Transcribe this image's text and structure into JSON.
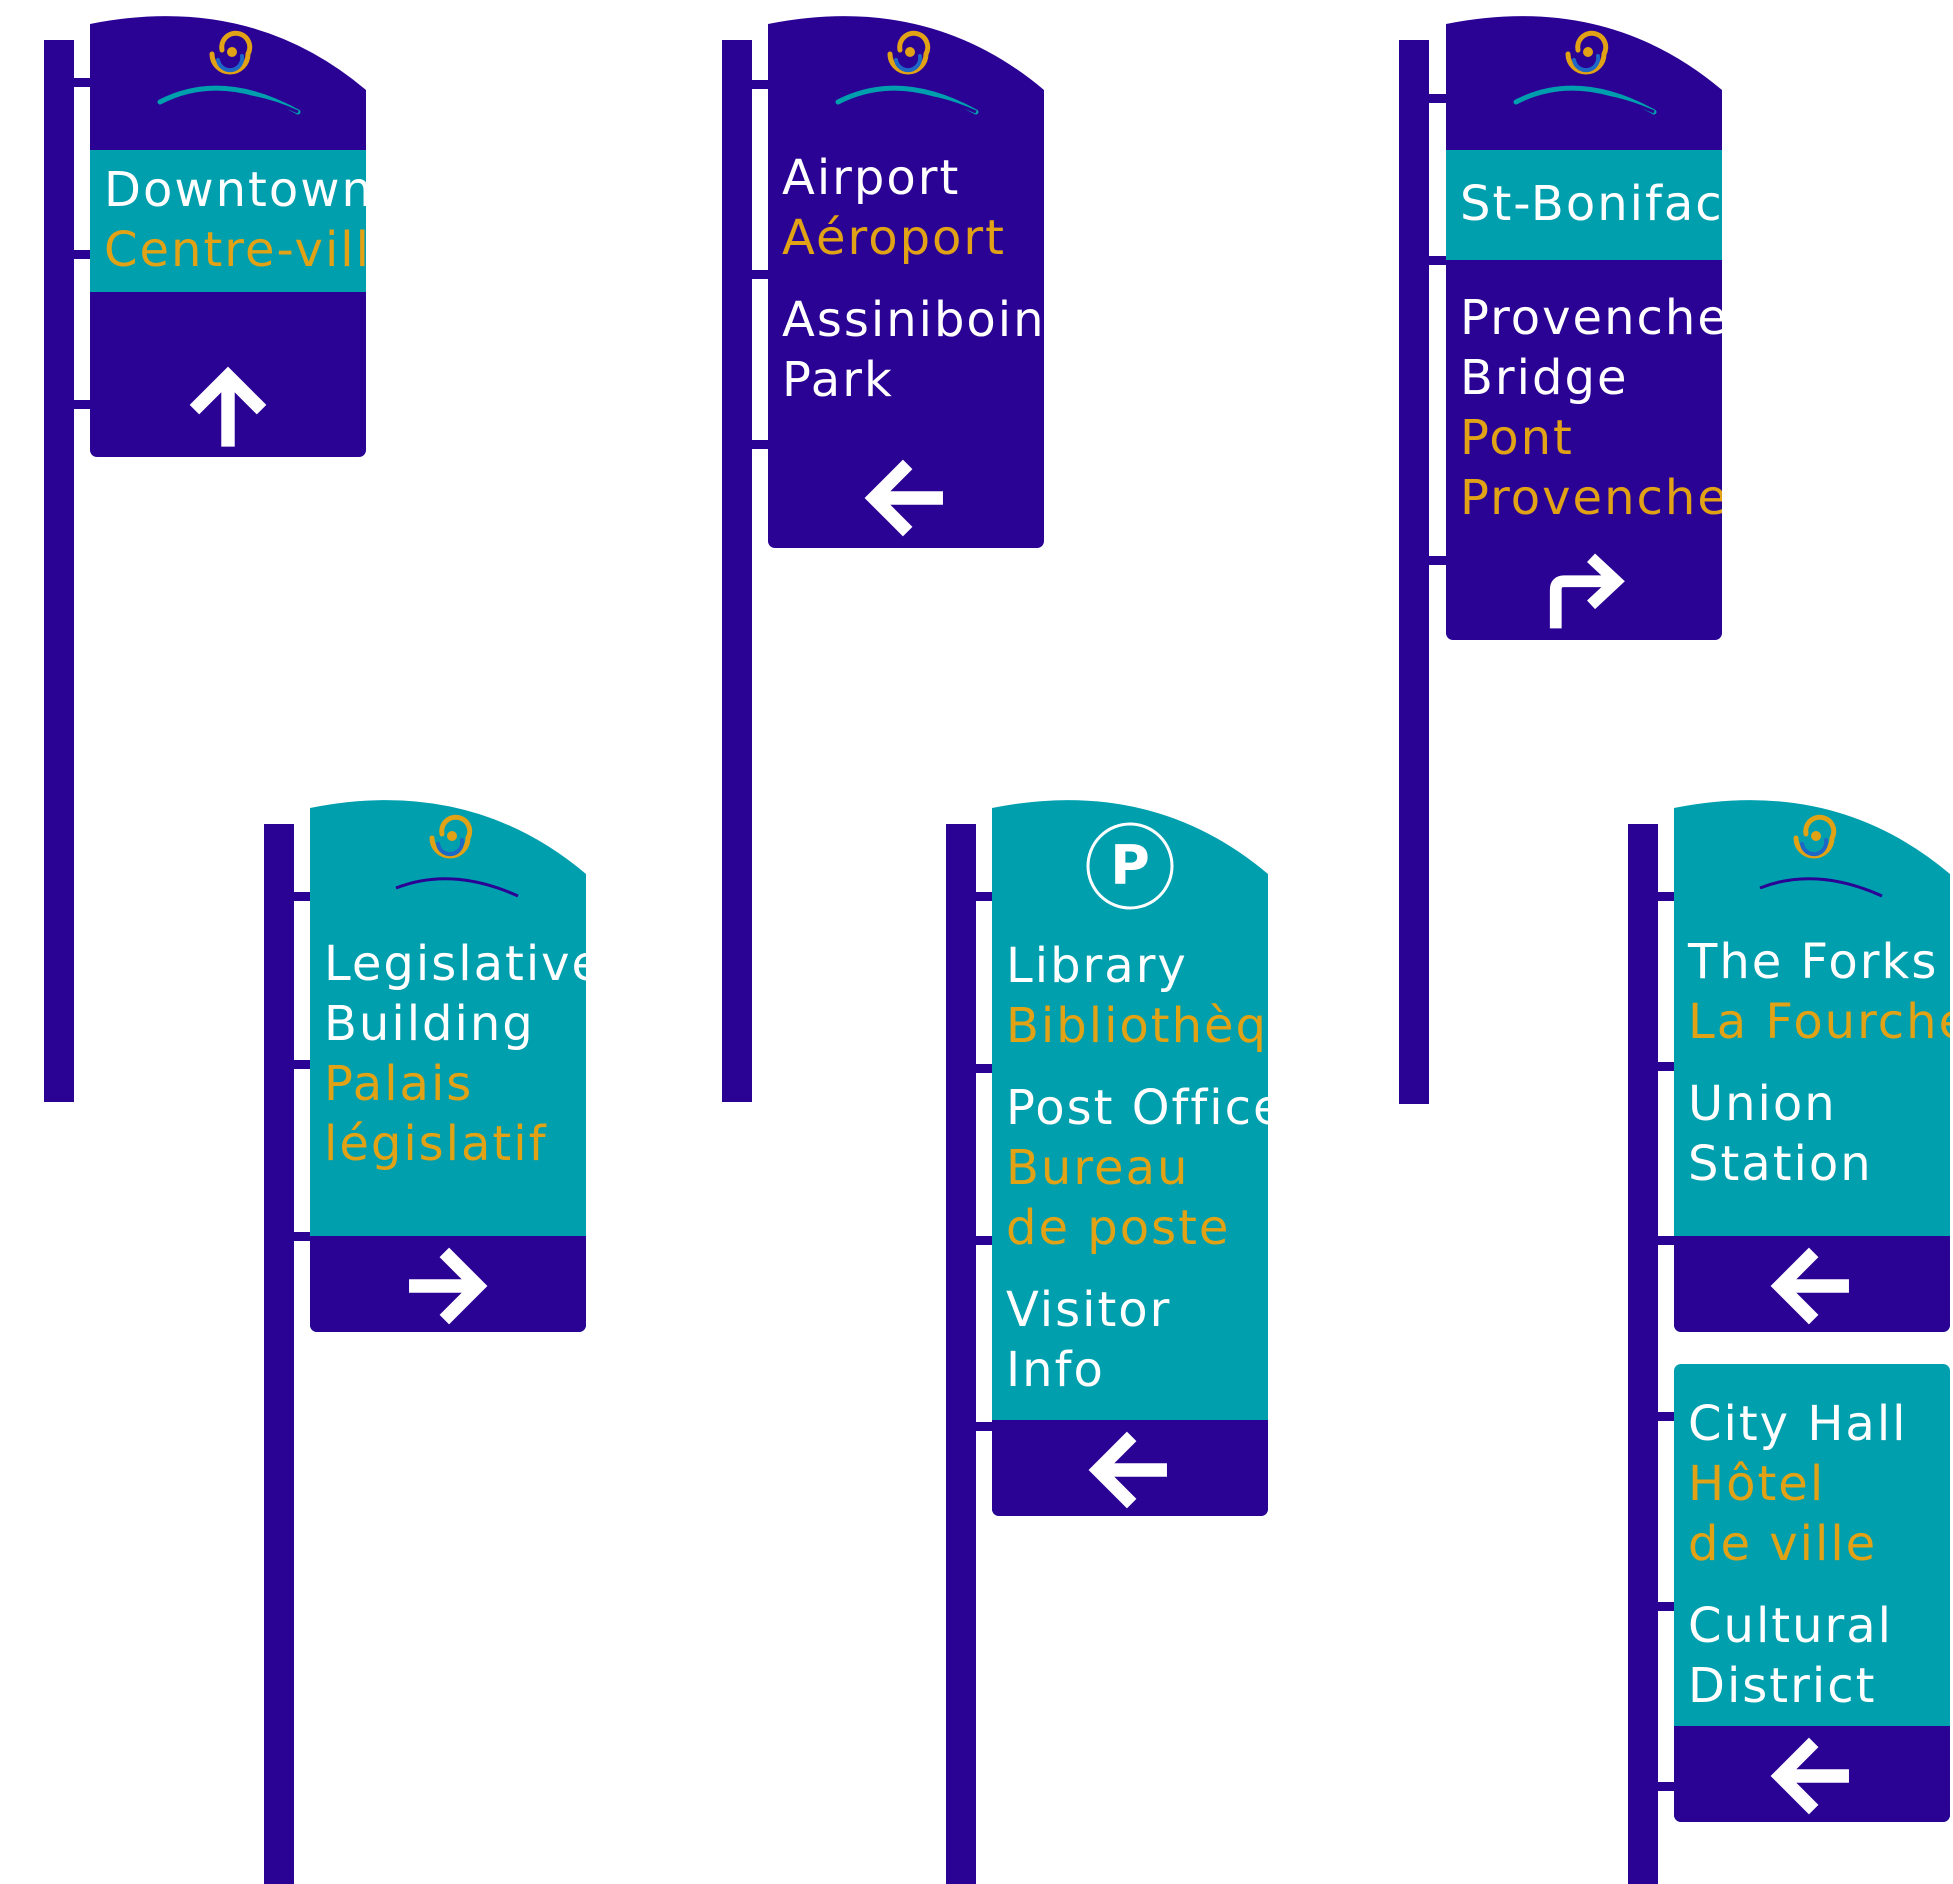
{
  "colors": {
    "navy": "#2a0294",
    "teal": "#009fae",
    "gold": "#e2a215",
    "white": "#ffffff"
  },
  "signs": [
    {
      "id": "downtown",
      "icon": "city-logo-icon",
      "lines": [
        {
          "text": "Downtown",
          "lang": "en"
        },
        {
          "text": "Centre-ville",
          "lang": "fr"
        }
      ],
      "arrow": "arrow-up-icon"
    },
    {
      "id": "airport",
      "icon": "city-logo-icon",
      "lines": [
        {
          "text": "Airport",
          "lang": "en"
        },
        {
          "text": "Aéroport",
          "lang": "fr"
        },
        {
          "text": "Assiniboine",
          "lang": "en"
        },
        {
          "text": "Park",
          "lang": "en"
        }
      ],
      "arrow": "arrow-left-icon"
    },
    {
      "id": "st-boniface",
      "icon": "city-logo-icon",
      "lines": [
        {
          "text": "St-Boniface",
          "lang": "en"
        },
        {
          "text": "Provencher",
          "lang": "en"
        },
        {
          "text": "Bridge",
          "lang": "en"
        },
        {
          "text": "Pont",
          "lang": "fr"
        },
        {
          "text": "Provencher",
          "lang": "fr"
        }
      ],
      "arrow": "arrow-turn-right-icon"
    },
    {
      "id": "legislative",
      "icon": "city-logo-icon",
      "lines": [
        {
          "text": "Legislative",
          "lang": "en"
        },
        {
          "text": "Building",
          "lang": "en"
        },
        {
          "text": "Palais",
          "lang": "fr"
        },
        {
          "text": "législatif",
          "lang": "fr"
        }
      ],
      "arrow": "arrow-right-icon"
    },
    {
      "id": "library",
      "icon": "parking-icon",
      "icon_label": "P",
      "lines": [
        {
          "text": "Library",
          "lang": "en"
        },
        {
          "text": "Bibliothèque",
          "lang": "fr"
        },
        {
          "text": "Post Office",
          "lang": "en"
        },
        {
          "text": "Bureau",
          "lang": "fr"
        },
        {
          "text": "de poste",
          "lang": "fr"
        },
        {
          "text": "Visitor",
          "lang": "en"
        },
        {
          "text": "Info",
          "lang": "en"
        }
      ],
      "arrow": "arrow-left-icon"
    },
    {
      "id": "forks",
      "icon": "city-logo-icon",
      "lines": [
        {
          "text": "The Forks",
          "lang": "en"
        },
        {
          "text": "La Fourche",
          "lang": "fr"
        },
        {
          "text": "Union",
          "lang": "en"
        },
        {
          "text": "Station",
          "lang": "en"
        }
      ],
      "arrow": "arrow-left-icon"
    },
    {
      "id": "city-hall",
      "lines": [
        {
          "text": "City Hall",
          "lang": "en"
        },
        {
          "text": "Hôtel",
          "lang": "fr"
        },
        {
          "text": "de ville",
          "lang": "fr"
        },
        {
          "text": "Cultural",
          "lang": "en"
        },
        {
          "text": "District",
          "lang": "en"
        }
      ],
      "arrow": "arrow-left-icon"
    }
  ]
}
